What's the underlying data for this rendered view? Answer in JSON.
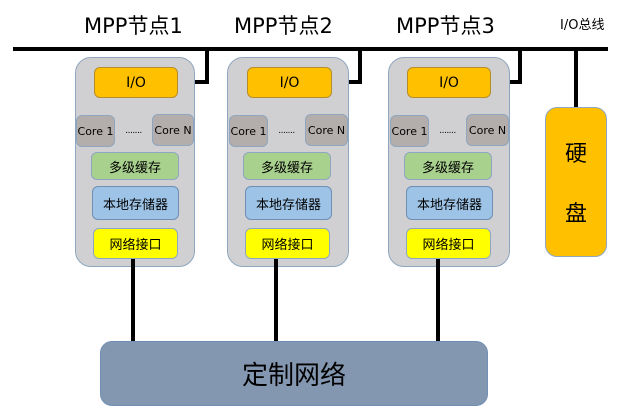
{
  "bus": {
    "label": "I/O总线"
  },
  "nodes": [
    {
      "title": "MPP节点1",
      "io": "I/O",
      "core_first": "Core 1",
      "core_dots": ".......",
      "core_last": "Core N",
      "cache": "多级缓存",
      "local_storage": "本地存储器",
      "network_interface": "网络接口"
    },
    {
      "title": "MPP节点2",
      "io": "I/O",
      "core_first": "Core 1",
      "core_dots": ".......",
      "core_last": "Core N",
      "cache": "多级缓存",
      "local_storage": "本地存储器",
      "network_interface": "网络接口"
    },
    {
      "title": "MPP节点3",
      "io": "I/O",
      "core_first": "Core 1",
      "core_dots": ".......",
      "core_last": "Core N",
      "cache": "多级缓存",
      "local_storage": "本地存储器",
      "network_interface": "网络接口"
    }
  ],
  "disk": {
    "line1": "硬",
    "line2": "盘"
  },
  "network": {
    "label": "定制网络"
  },
  "colors": {
    "io": "#ffc000",
    "node_bg": "#d0d0d2",
    "core": "#b3adab",
    "cache": "#a9d18e",
    "local_storage": "#9dc3e6",
    "network_interface": "#ffff00",
    "disk": "#ffc000",
    "network": "#8497b0"
  }
}
